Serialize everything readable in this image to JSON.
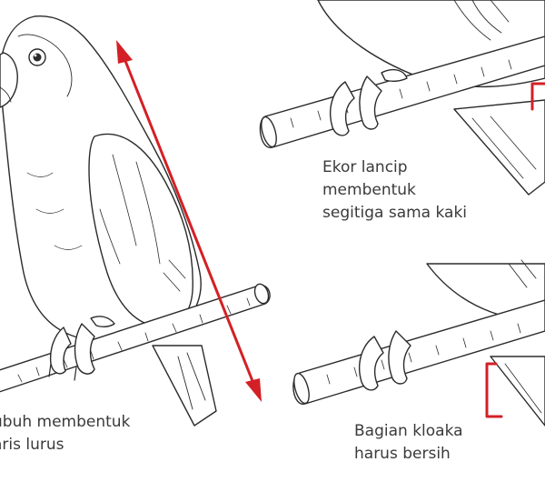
{
  "captions": {
    "body": {
      "line1": "ubuh membentuk",
      "line2": "aris lurus"
    },
    "tail": {
      "line1": "Ekor lancip",
      "line2": "membentuk",
      "line3": "segitiga sama kaki"
    },
    "vent": {
      "line1": "Bagian kloaka",
      "line2": "harus bersih"
    }
  },
  "colors": {
    "line": "#2b2b2b",
    "accent": "#d32026",
    "fill": "#ffffff"
  }
}
